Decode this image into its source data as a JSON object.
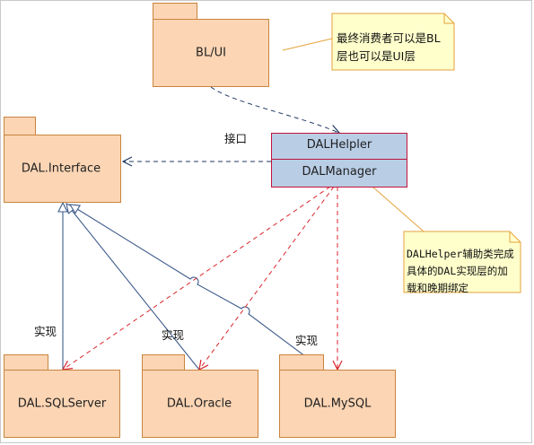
{
  "packages": {
    "bl_ui": "BL/UI",
    "dal_interface": "DAL.Interface",
    "dal_sqlserver": "DAL.SQLServer",
    "dal_oracle": "DAL.Oracle",
    "dal_mysql": "DAL.MySQL"
  },
  "helper_class": {
    "name": "DALHelpler",
    "manager": "DALManager"
  },
  "notes": {
    "top": [
      "最终消费者可以是BL",
      "层也可以是UI层"
    ],
    "helper": [
      "DALHelper辅助类完成",
      "具体的DAL实现层的加",
      "载和晚期绑定"
    ]
  },
  "edge_labels": {
    "interface": "接口",
    "impl": "实现"
  },
  "colors": {
    "package_fill": "#fcd5b4",
    "package_border": "#c8843e",
    "class_fill": "#b9cde5",
    "class_border": "#c0143c",
    "note_fill": "#ffffcc",
    "note_border": "#e6a23c",
    "dependency_blue": "#1f3864",
    "dependency_red": "#d9262b",
    "realization_line": "#3f5c8c"
  }
}
